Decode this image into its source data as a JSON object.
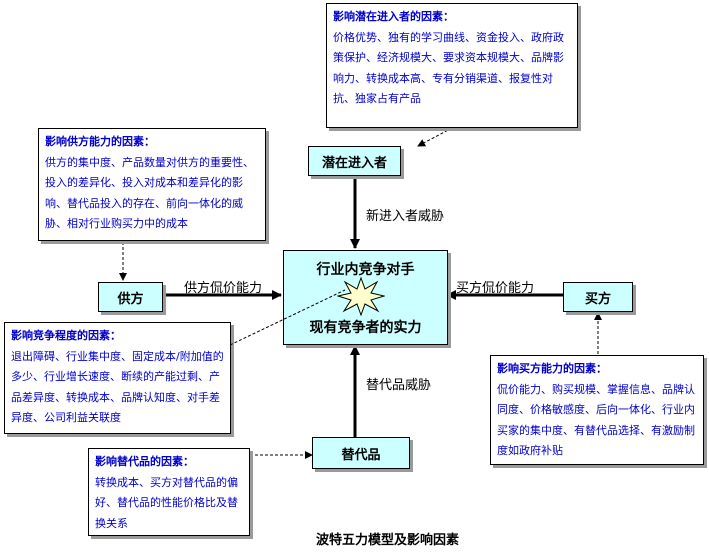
{
  "title": "波特五力模型及影响因素",
  "center": {
    "line1": "行业内竞争对手",
    "line2": "现有竞争者的实力"
  },
  "nodes": {
    "entrants": "潜在进入者",
    "suppliers": "供方",
    "buyers": "买方",
    "substitutes": "替代品"
  },
  "arrows": {
    "entrants": "新进入者威胁",
    "suppliers": "供方侃价能力",
    "buyers": "买方侃价能力",
    "substitutes": "替代品威胁"
  },
  "factors": {
    "entrants": {
      "title": "影响潜在进入者的因素：",
      "text": "价格优势、独有的学习曲线、资金投入、政府政策保护、经济规模大、要求资本规模大、品牌影响力、转换成本高、专有分销渠道、报复性对抗、独家占有产品"
    },
    "suppliers": {
      "title": "影响供方能力的因素：",
      "text": "供方的集中度、产品数量对供方的重要性、投入的差异化、投入对成本和差异化的影响、替代品投入的存在、前向一体化的威胁、相对行业购买力中的成本"
    },
    "competition": {
      "title": "影响竞争程度的因素：",
      "text": "退出障碍、行业集中度、固定成本/附加值的多少、行业增长速度、断续的产能过剩、产品差异度、转换成本、品牌认知度、对手差异度、公司利益关联度"
    },
    "buyers": {
      "title": "影响买方能力的因素：",
      "text": "侃价能力、购买规模、掌握信息、品牌认同度、价格敏感度、后向一体化、行业内买家的集中度、有替代品选择、有激励制度如政府补贴"
    },
    "substitutes": {
      "title": "影响替代品的因素：",
      "text": "转换成本、买方对替代品的偏好、替代品的性能价格比及替换关系"
    }
  },
  "colors": {
    "node_fill": "#ccffff",
    "factor_text": "#0000cc",
    "starburst_fill": "#ffffcc"
  }
}
